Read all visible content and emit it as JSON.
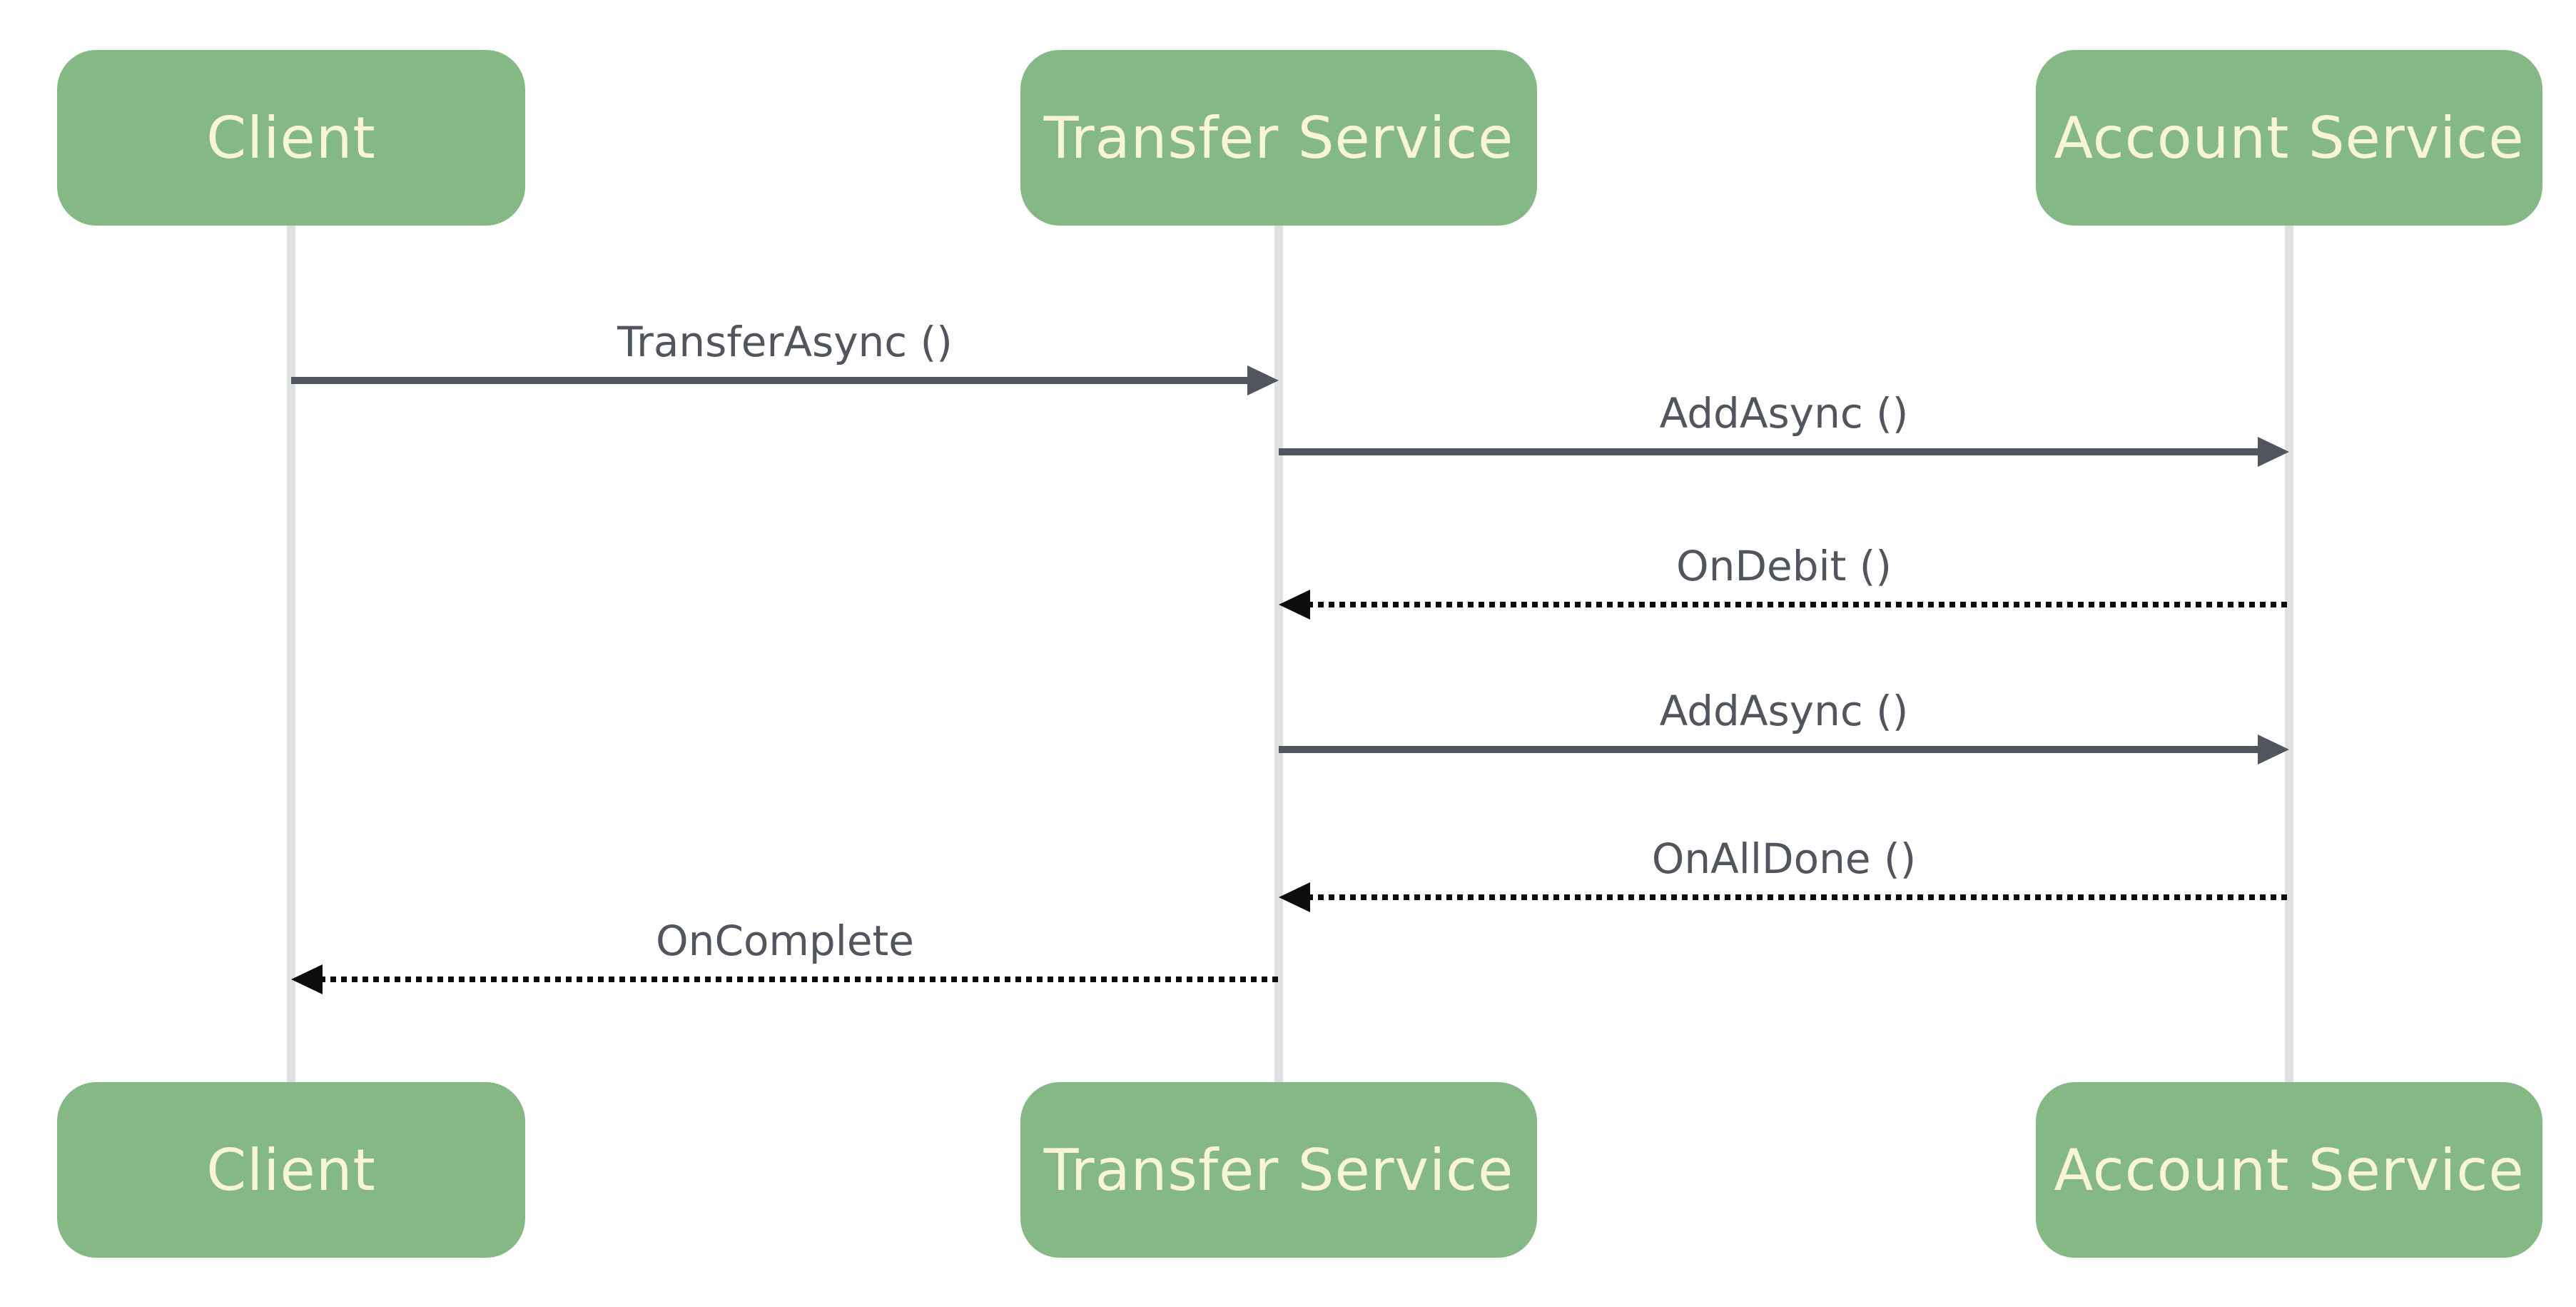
{
  "diagram": {
    "type": "sequence-diagram",
    "colors": {
      "background": "#ffffff",
      "actor_fill": "#84b985",
      "actor_text": "#f7f5d4",
      "lifeline": "#dfe0e1",
      "message_text": "#51565e",
      "solid_arrow": "#51565e",
      "dotted_arrow": "#0d0d0d"
    },
    "actors": [
      {
        "id": "client",
        "label": "Client"
      },
      {
        "id": "transfer-service",
        "label": "Transfer Service"
      },
      {
        "id": "account-service",
        "label": "Account Service"
      }
    ],
    "messages": [
      {
        "label": "TransferAsync ()",
        "from": "client",
        "to": "transfer-service",
        "style": "solid"
      },
      {
        "label": "AddAsync ()",
        "from": "transfer-service",
        "to": "account-service",
        "style": "solid"
      },
      {
        "label": "OnDebit ()",
        "from": "account-service",
        "to": "transfer-service",
        "style": "dotted"
      },
      {
        "label": "AddAsync ()",
        "from": "transfer-service",
        "to": "account-service",
        "style": "solid"
      },
      {
        "label": "OnAllDone ()",
        "from": "account-service",
        "to": "transfer-service",
        "style": "dotted"
      },
      {
        "label": "OnComplete",
        "from": "transfer-service",
        "to": "client",
        "style": "dotted"
      }
    ]
  }
}
